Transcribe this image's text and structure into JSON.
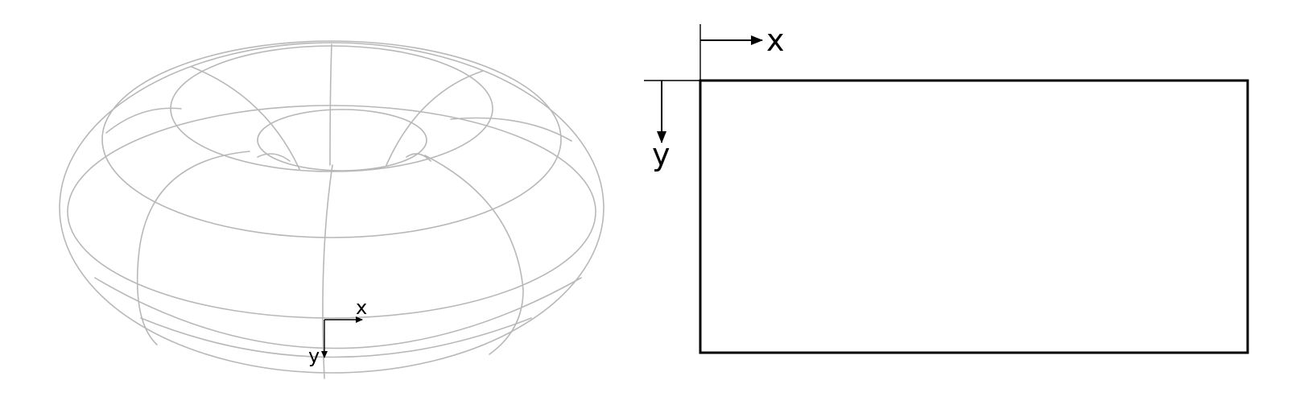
{
  "colors": {
    "torus_wire": "#b8b8b8",
    "axis": "#000000",
    "rect": "#000000",
    "background": "#ffffff"
  },
  "torus_panel": {
    "axis_labels": {
      "x": "x",
      "y": "y"
    }
  },
  "rect_panel": {
    "axis_labels": {
      "x": "x",
      "y": "y"
    }
  }
}
